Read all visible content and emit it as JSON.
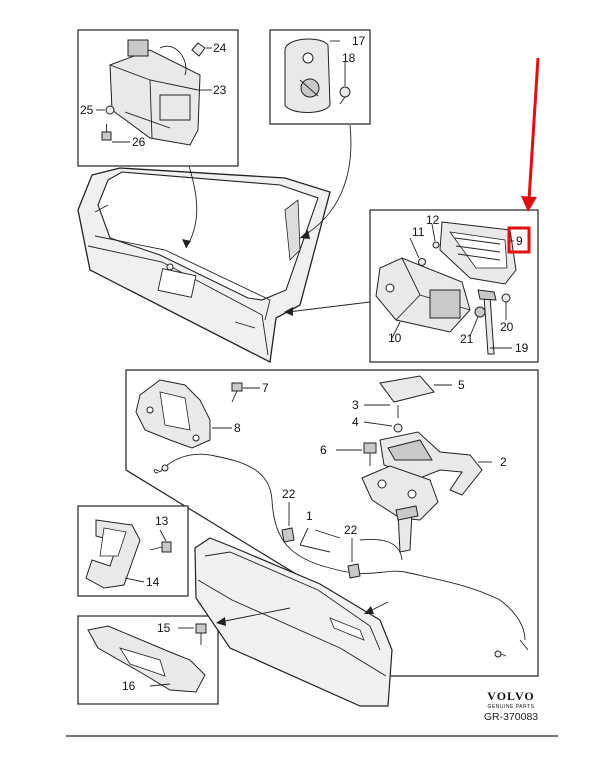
{
  "diagram": {
    "callouts": {
      "c1": "1",
      "c2": "2",
      "c3": "3",
      "c4": "4",
      "c5": "5",
      "c6": "6",
      "c7": "7",
      "c8": "8",
      "c9": "9",
      "c10": "10",
      "c11": "11",
      "c12": "12",
      "c13": "13",
      "c14": "14",
      "c15": "15",
      "c16": "16",
      "c17": "17",
      "c18": "18",
      "c19": "19",
      "c20": "20",
      "c21": "21",
      "c22a": "22",
      "c22b": "22",
      "c23": "23",
      "c24": "24",
      "c25": "25",
      "c26": "26"
    },
    "highlight_color": "#e01010"
  },
  "footer": {
    "brand": "VOLVO",
    "brand_sub": "GENUINE PARTS",
    "reference": "GR-370083"
  }
}
